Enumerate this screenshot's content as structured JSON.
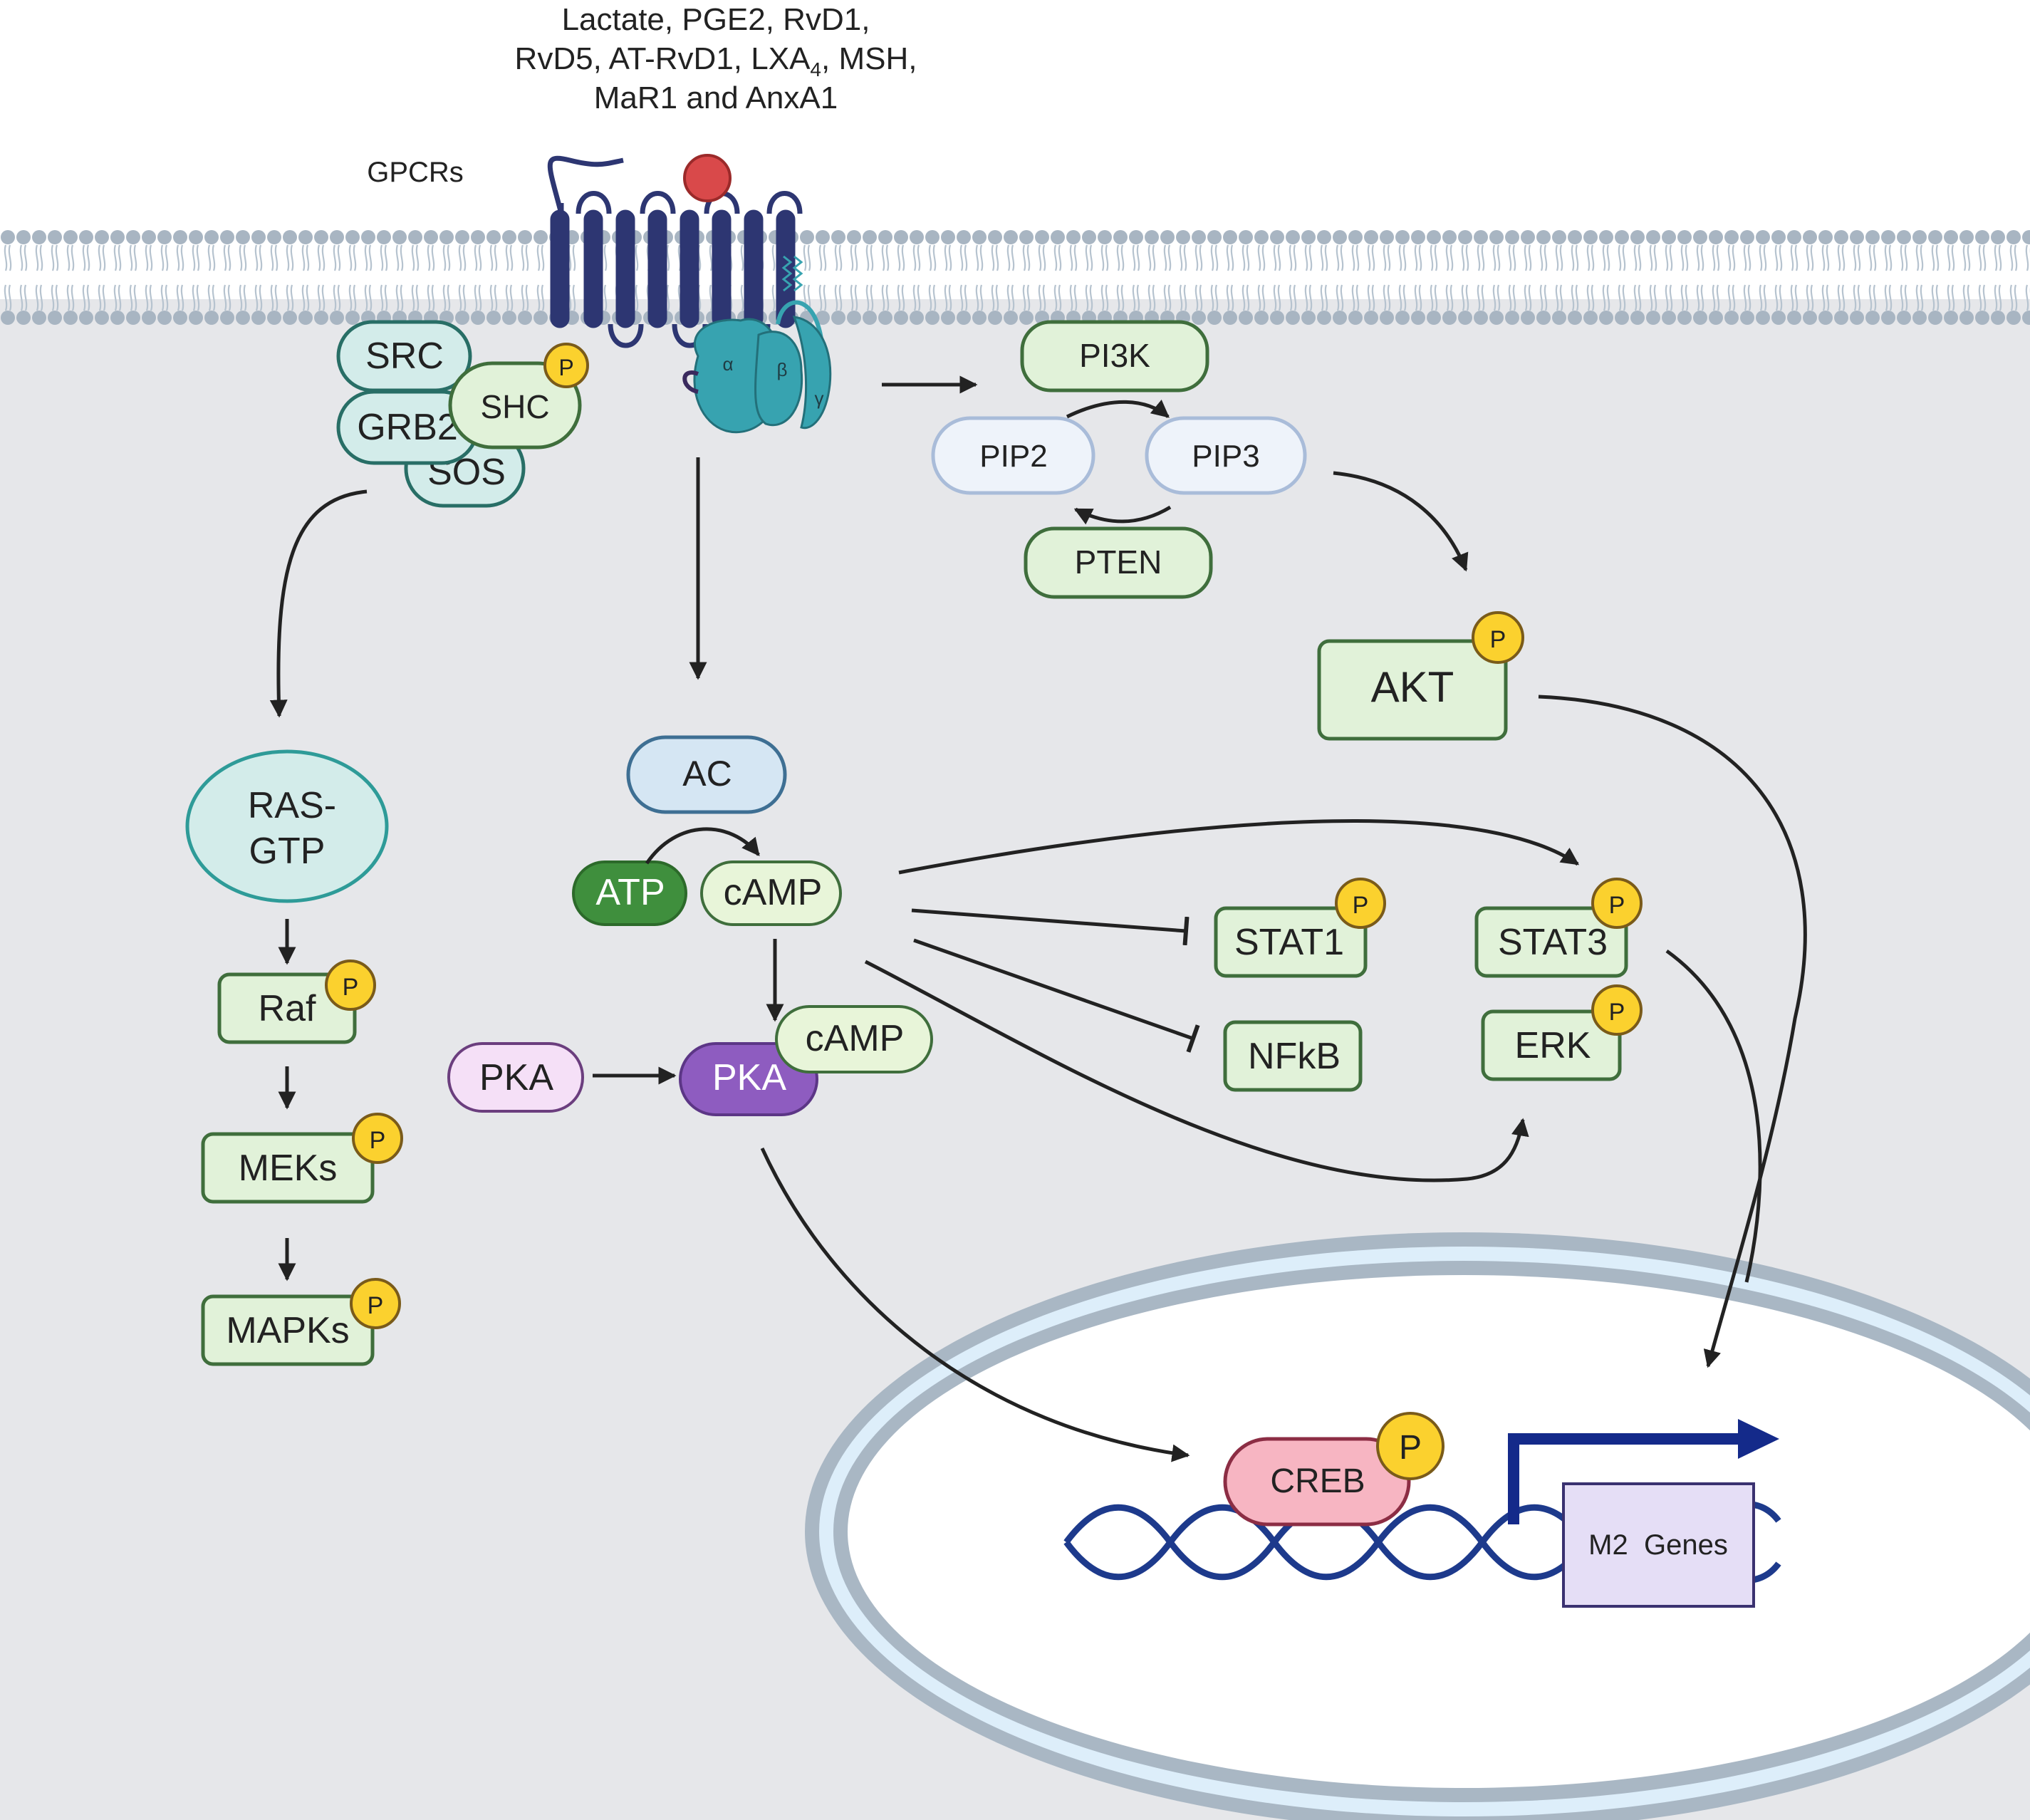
{
  "ligands": {
    "line1": "Lactate, PGE2, RvD1,",
    "line2_a": "RvD5, AT-RvD1, LXA",
    "line2_sub": "4",
    "line2_b": ", MSH,",
    "line3": "MaR1 and AnxA1"
  },
  "gpcr_label": "GPCRs",
  "phospho": "P",
  "gprotein": {
    "alpha": "α",
    "beta": "β",
    "gamma": "γ"
  },
  "adaptor": {
    "src": "SRC",
    "grb2": "GRB2",
    "shc": "SHC",
    "sos": "SOS"
  },
  "mapk": {
    "ras_1": "RAS-",
    "ras_2": "GTP",
    "raf": "Raf",
    "meks": "MEKs",
    "mapks": "MAPKs"
  },
  "camp_path": {
    "ac": "AC",
    "atp": "ATP",
    "camp": "cAMP",
    "pka_inactive": "PKA",
    "pka_active": "PKA",
    "pka_camp": "cAMP"
  },
  "pi3k_path": {
    "pi3k": "PI3K",
    "pip2": "PIP2",
    "pip3": "PIP3",
    "pten": "PTEN",
    "akt": "AKT"
  },
  "targets": {
    "stat1": "STAT1",
    "stat3": "STAT3",
    "nfkb": "NFkB",
    "erk": "ERK"
  },
  "nucleus": {
    "creb": "CREB",
    "m2_genes": "M2  Genes"
  },
  "colors": {
    "cytoplasm": "#e6e7ea",
    "gpcr": "#2d3672",
    "ligand": "#d9494a",
    "gprotein": "#37a3b0",
    "phospho": "#fbd12e",
    "green_fill": "#e1f2d9",
    "green_stroke": "#3f6e3c",
    "teal_fill": "#d3ecea",
    "teal_stroke": "#286e66",
    "blue_fill": "#d5e6f3",
    "blue_stroke": "#3e6f93",
    "pip_fill": "#eef3fa",
    "pip_stroke": "#a9bcd9",
    "atp": "#3f8f3d",
    "pka_inactive": "#f5e0f7",
    "pka_active": "#8e5cc0",
    "creb": "#f7b5c2",
    "dna": "#1d3a8c",
    "m2_box": "#e5def6",
    "nuclear_envelope": "#a9b7c4",
    "nucleoplasm": "#ddeefa",
    "promoter_arrow": "#142a8a"
  }
}
